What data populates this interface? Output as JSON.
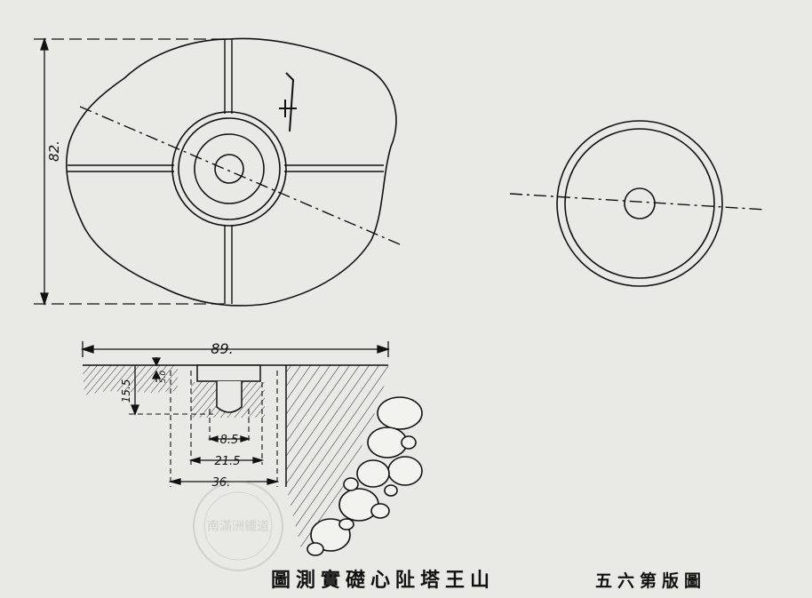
{
  "plan_view": {
    "height_label": "82."
  },
  "section_view": {
    "overall_width_label": "89.",
    "depth_label": "15.5",
    "recess_depth_label": "5.0",
    "hole_width_label": "8.5",
    "inner_ring_width_label": "21.5",
    "outer_ring_width_label": "36."
  },
  "caption": {
    "title": "圖測實礎心阯塔王山",
    "plate_number": "五六第版圖"
  },
  "stamp": {
    "text": "南滿洲鐵道"
  },
  "colors": {
    "paper": "#e9e9e6",
    "ink": "#111111"
  }
}
